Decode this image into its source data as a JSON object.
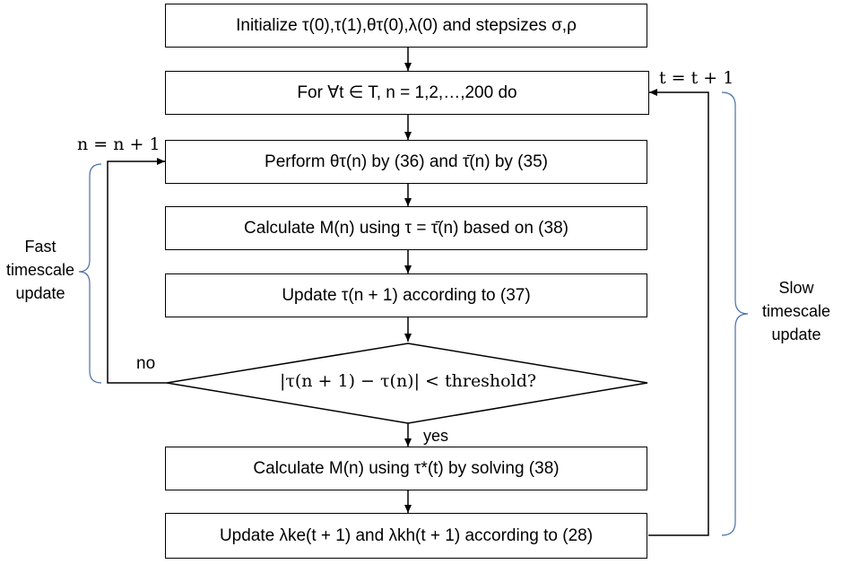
{
  "steps": {
    "init": "Initialize τ(0),τ(1),θτ(0),λ(0) and stepsizes σ,ρ",
    "for_loop": "For ∀t ∈ T, n = 1,2,…,200 do",
    "perform": "Perform θτ(n) by (36) and τ̄(n) by (35)",
    "calc_m_avg": "Calculate M(n) using τ = τ̄(n) based on (38)",
    "update_tau": "Update τ(n + 1) according to (37)",
    "decision": "|τ(n + 1) − τ(n)| < threshold?",
    "calc_m_opt": "Calculate M(n) using τ*(t) by solving (38)",
    "update_lambda": "Update λke(t + 1) and λkh(t + 1) according to (28)"
  },
  "labels": {
    "no": "no",
    "yes": "yes",
    "n_increment": "n = n + 1",
    "t_increment": "t = t + 1",
    "fast_update": "Fast timescale update",
    "slow_update": "Slow timescale update"
  },
  "colors": {
    "line": "#000000",
    "brace": "#4a6fa5"
  }
}
